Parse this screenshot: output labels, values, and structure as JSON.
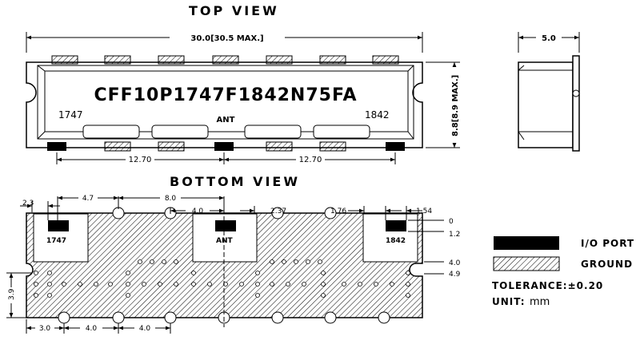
{
  "colors": {
    "ink": "#000000",
    "paper": "#ffffff"
  },
  "top_view": {
    "title": "TOP VIEW",
    "length_dim": "30.0[30.5 MAX.]",
    "width_dim": "5.0",
    "height_dim": "8.8[8.9 MAX.]",
    "part_number": "CFF10P1747F1842N75FA",
    "label_left": "1747",
    "label_right": "1842",
    "label_center": "ANT",
    "pitch_left": "12.70",
    "pitch_right": "12.70"
  },
  "bottom_view": {
    "title": "BOTTOM VIEW",
    "dim_2_3": "2.3",
    "dim_4_7": "4.7",
    "dim_8_0": "8.0",
    "dim_4_0_top": "4.0",
    "dim_2_37": "2.37",
    "dim_1_76": "1.76",
    "dim_1_54": "1.54",
    "dim_0": "0",
    "dim_1_2": "1.2",
    "dim_4_0_right": "4.0",
    "dim_4_9": "4.9",
    "dim_3_9": "3.9",
    "dim_bottom": [
      "3.0",
      "4.0",
      "4.0"
    ],
    "pad_labels": [
      "1747",
      "ANT",
      "1842"
    ]
  },
  "legend": {
    "io_port": "I/O PORT",
    "ground": "GROUND",
    "tolerance": "TOLERANCE:±0.20",
    "unit_label": "UNIT:",
    "unit_value": "mm"
  }
}
